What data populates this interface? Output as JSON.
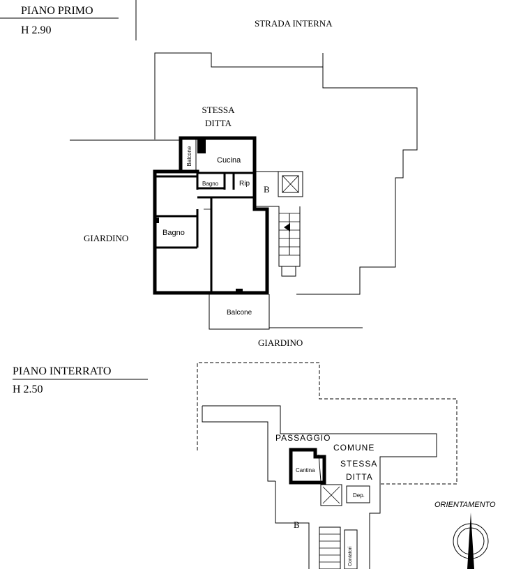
{
  "sheet": {
    "first_floor": {
      "title": "PIANO PRIMO",
      "height": "H 2.90"
    },
    "basement": {
      "title": "PIANO INTERRATO",
      "height": "H 2.50"
    }
  },
  "labels": {
    "strada_interna": "STRADA INTERNA",
    "stessa": "STESSA",
    "ditta": "DITTA",
    "giardino_west": "GIARDINO",
    "giardino_south": "GIARDINO",
    "balcone_side": "Balcone",
    "cucina": "Cucina",
    "bagno_small": "Bagno",
    "rip": "Rip",
    "stair_b_top": "B",
    "bagno": "Bagno",
    "balcone_bottom": "Balcone",
    "passaggio": "PASSAGGIO",
    "comune": "COMUNE",
    "stessa_b": "STESSA",
    "ditta_b": "DITTA",
    "cantina": "Cantina",
    "dep": "Dep.",
    "stair_b_bottom": "B",
    "contatori": "Contatori",
    "orientamento": "ORIENTAMENTO"
  },
  "colors": {
    "ink": "#000000",
    "paper": "#ffffff"
  }
}
